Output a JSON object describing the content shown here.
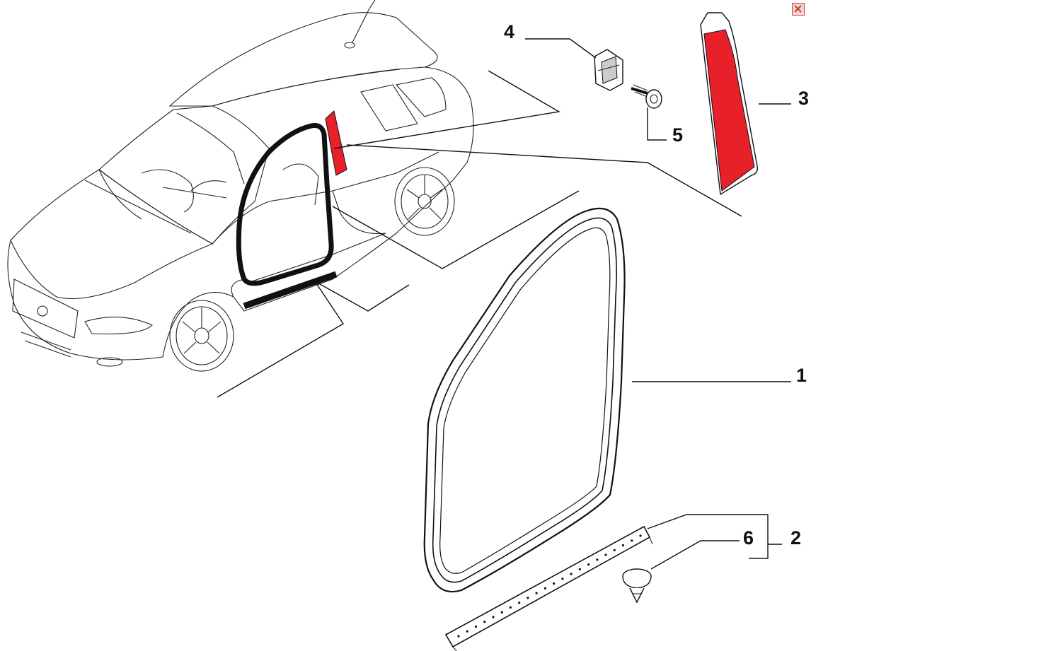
{
  "diagram": {
    "callouts": {
      "c1": "1",
      "c2": "2",
      "c3": "3",
      "c4": "4",
      "c5": "5",
      "c6": "6"
    },
    "highlight_color": "#e8202a",
    "seal_color": "#111111"
  },
  "ui": {
    "close_icon": "close-icon"
  }
}
